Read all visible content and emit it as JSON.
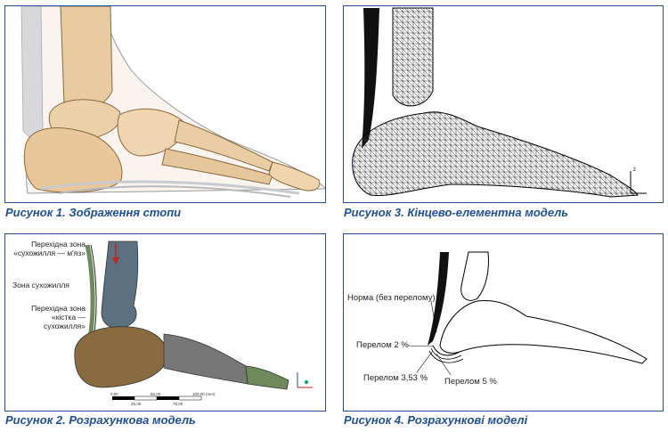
{
  "figures": [
    {
      "caption": "Рисунок 1. Зображення стопи"
    },
    {
      "caption": "Рисунок 3. Кінцево-елементна модель"
    },
    {
      "caption": "Рисунок 2. Розрахункова модель"
    },
    {
      "caption": "Рисунок 4. Розрахункові моделі"
    }
  ],
  "figure2_labels": {
    "transition_muscle": "Перехідна зона «сухожилля — м'яз»",
    "tendon_zone": "Зона сухожилля",
    "transition_bone": "Перехідна зона «кістка — сухожилля»",
    "scale_ticks": [
      "0,00",
      "50,00",
      "100,00 (mm)"
    ],
    "scale_sub": [
      "25,00",
      "75,00"
    ]
  },
  "figure4_labels": {
    "normal": "Норма (без перелому)",
    "fracture_2": "Перелом 2 %",
    "fracture_353": "Перелом 3,53 %",
    "fracture_5": "Перелом 5 %"
  },
  "colors": {
    "frame": "#1f4e9c",
    "caption": "#1f4e9c",
    "bone": "#e8cba0",
    "calcaneus_model": "#8a6a3f",
    "talus_model": "#5d7080",
    "forefoot_model": "#777777",
    "toe_model": "#6f8a5a"
  }
}
